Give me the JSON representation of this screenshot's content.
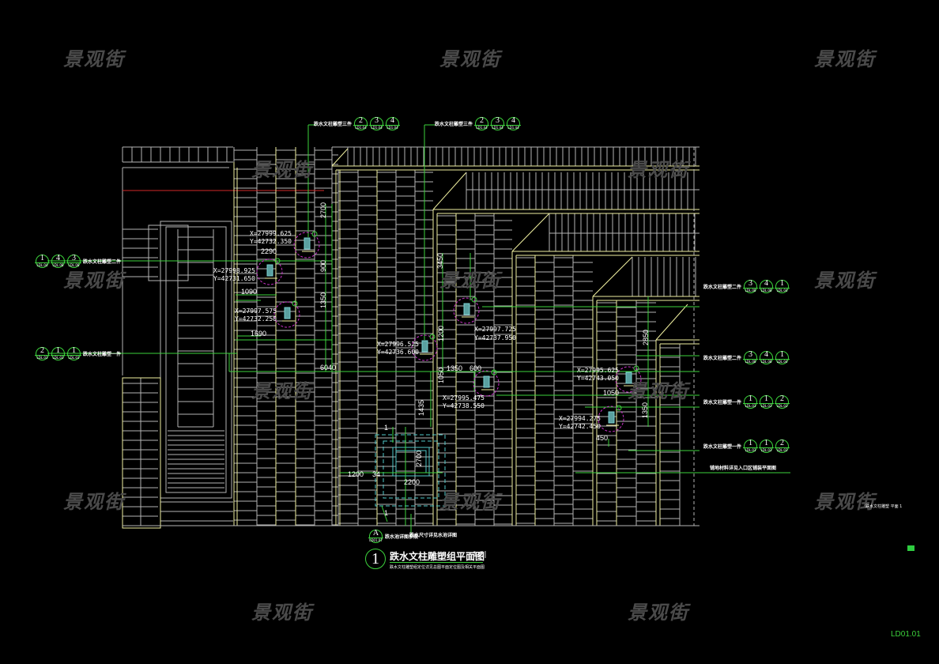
{
  "watermark": "景观街",
  "drawing": {
    "title_number": "1",
    "title": "跌水文柱雕塑组平面图",
    "scale": "1:5|",
    "subtitle": "跌水文柱雕塑组定位详见总图平面定位图及相关平面图",
    "sheet_number": "LD01.01",
    "right_note": "跌水文柱雕塑  平面 1"
  },
  "coordinates": [
    {
      "x": "X=27999.625",
      "y": "Y=42732.350"
    },
    {
      "x": "X=27998.925",
      "y": "Y=42731.650"
    },
    {
      "x": "X=27997.575",
      "y": "Y=42732.250"
    },
    {
      "x": "X=27996.525",
      "y": "Y=42736.600"
    },
    {
      "x": "X=27997.725",
      "y": "Y=42737.950"
    },
    {
      "x": "X=27995.475",
      "y": "Y=42738.550"
    },
    {
      "x": "X=27995.625",
      "y": "Y=42743.050"
    },
    {
      "x": "X=27994.275",
      "y": "Y=42742.450"
    }
  ],
  "dimensions": {
    "d2700": "2700",
    "d2290": "2290",
    "d900": "900",
    "d1090": "1090",
    "d1350a": "1350",
    "d1690": "1690",
    "d3450": "3450",
    "d1200a": "1200",
    "d6040": "6040",
    "d1350b": "1350",
    "d600": "600",
    "d1050a": "1050",
    "d1435": "1435",
    "d2850": "2850",
    "d1050b": "1050",
    "d1350c": "1350",
    "d450": "450",
    "d1200b": "1200",
    "d34": "34",
    "d2200": "2200",
    "d2700b": "2700",
    "d1top": "1",
    "d1bot": "1"
  },
  "callouts": [
    {
      "text": "跌水文柱雕塑三件",
      "bubbles": [
        {
          "n": "2",
          "s": "LD1.04"
        },
        {
          "n": "3",
          "s": "LD1.04"
        },
        {
          "n": "4",
          "s": "LD1.04"
        }
      ]
    },
    {
      "text": "跌水文柱雕塑三件",
      "bubbles": [
        {
          "n": "2",
          "s": "LD1.44"
        },
        {
          "n": "3",
          "s": "LD1.44"
        },
        {
          "n": "4",
          "s": "LD1.44"
        }
      ]
    },
    {
      "text": "跌水文柱雕塑二件",
      "bubbles": [
        {
          "n": "1",
          "s": "LDL.04"
        },
        {
          "n": "4",
          "s": "LDL.08"
        },
        {
          "n": "3",
          "s": "LDL.08"
        }
      ]
    },
    {
      "text": "跌水文柱雕塑一件",
      "bubbles": [
        {
          "n": "2",
          "s": "LDL.03"
        },
        {
          "n": "1",
          "s": "LDL.03"
        },
        {
          "n": "1",
          "s": "LDL.03"
        }
      ]
    },
    {
      "text": "跌水文柱雕塑二件",
      "bubbles": [
        {
          "n": "3",
          "s": "LDL.08"
        },
        {
          "n": "4",
          "s": "LDL.08"
        },
        {
          "n": "1",
          "s": "LDL.04"
        }
      ]
    },
    {
      "text": "跌水文柱雕塑二件",
      "bubbles": [
        {
          "n": "3",
          "s": "LDL.08"
        },
        {
          "n": "4",
          "s": "LDL.08"
        },
        {
          "n": "1",
          "s": "LDL.04"
        }
      ]
    },
    {
      "text": "跌水文柱雕塑一件",
      "bubbles": [
        {
          "n": "1",
          "s": "LDL.03"
        },
        {
          "n": "1",
          "s": "LDL.03"
        },
        {
          "n": "2",
          "s": "LDL.03"
        }
      ]
    },
    {
      "text": "跌水文柱雕塑一件",
      "bubbles": [
        {
          "n": "1",
          "s": "LDL.03"
        },
        {
          "n": "1",
          "s": "LDL.03"
        },
        {
          "n": "2",
          "s": "LDL.03"
        }
      ]
    }
  ],
  "notes": {
    "right_line_note": "铺地材料详见入口区铺装平面图",
    "bottom_left_note": "跌水池详图参照",
    "bottom_right_note": "跌水尺寸详见水池详图",
    "detail_marker": {
      "n": "A",
      "s": "LD01.07"
    }
  }
}
